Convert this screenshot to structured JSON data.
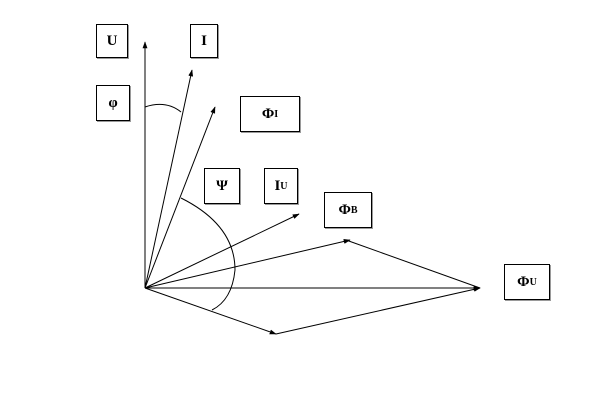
{
  "labels": {
    "U": {
      "base": "U",
      "sub": ""
    },
    "I": {
      "base": "I",
      "sub": ""
    },
    "phi": {
      "base": "φ",
      "sub": ""
    },
    "PhiI": {
      "base": "Φ",
      "sub": "I"
    },
    "Psi": {
      "base": "Ψ",
      "sub": ""
    },
    "IU": {
      "base": "I",
      "sub": "U"
    },
    "PhiB": {
      "base": "Φ",
      "sub": "B"
    },
    "PhiU": {
      "base": "Φ",
      "sub": "U"
    }
  },
  "colors": {
    "stroke": "#000000",
    "background": "#ffffff"
  }
}
